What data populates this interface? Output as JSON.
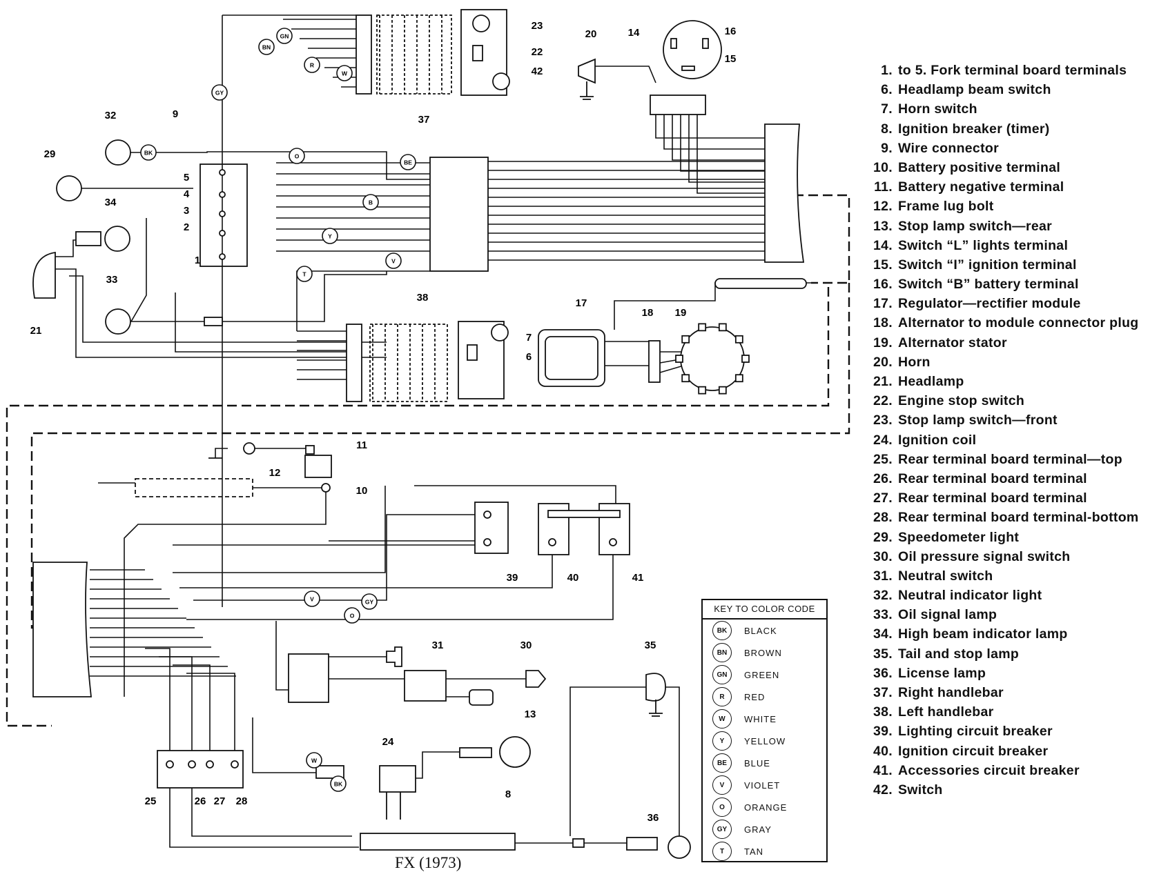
{
  "title": "FX (1973)",
  "legend": [
    {
      "num": "1.",
      "label": "to 5. Fork terminal board terminals"
    },
    {
      "num": "6.",
      "label": "Headlamp beam switch"
    },
    {
      "num": "7.",
      "label": "Horn switch"
    },
    {
      "num": "8.",
      "label": "Ignition breaker (timer)"
    },
    {
      "num": "9.",
      "label": "Wire connector"
    },
    {
      "num": "10.",
      "label": "Battery positive terminal"
    },
    {
      "num": "11.",
      "label": "Battery negative terminal"
    },
    {
      "num": "12.",
      "label": "Frame lug bolt"
    },
    {
      "num": "13.",
      "label": "Stop lamp switch—rear"
    },
    {
      "num": "14.",
      "label": "Switch “L” lights terminal"
    },
    {
      "num": "15.",
      "label": "Switch “I” ignition terminal"
    },
    {
      "num": "16.",
      "label": "Switch “B” battery terminal"
    },
    {
      "num": "17.",
      "label": "Regulator—rectifier module"
    },
    {
      "num": "18.",
      "label": "Alternator to module connector plug"
    },
    {
      "num": "19.",
      "label": "Alternator stator"
    },
    {
      "num": "20.",
      "label": "Horn"
    },
    {
      "num": "21.",
      "label": "Headlamp"
    },
    {
      "num": "22.",
      "label": "Engine stop switch"
    },
    {
      "num": "23.",
      "label": "Stop lamp switch—front"
    },
    {
      "num": "24.",
      "label": "Ignition coil"
    },
    {
      "num": "25.",
      "label": "Rear terminal board terminal—top"
    },
    {
      "num": "26.",
      "label": "Rear terminal board terminal"
    },
    {
      "num": "27.",
      "label": "Rear terminal board terminal"
    },
    {
      "num": "28.",
      "label": "Rear terminal board terminal-bottom"
    },
    {
      "num": "29.",
      "label": "Speedometer light"
    },
    {
      "num": "30.",
      "label": "Oil pressure signal switch"
    },
    {
      "num": "31.",
      "label": "Neutral switch"
    },
    {
      "num": "32.",
      "label": "Neutral indicator light"
    },
    {
      "num": "33.",
      "label": "Oil signal lamp"
    },
    {
      "num": "34.",
      "label": "High beam indicator lamp"
    },
    {
      "num": "35.",
      "label": "Tail and stop lamp"
    },
    {
      "num": "36.",
      "label": "License lamp"
    },
    {
      "num": "37.",
      "label": "Right handlebar"
    },
    {
      "num": "38.",
      "label": "Left handlebar"
    },
    {
      "num": "39.",
      "label": "Lighting circuit breaker"
    },
    {
      "num": "40.",
      "label": "Ignition circuit breaker"
    },
    {
      "num": "41.",
      "label": "Accessories circuit breaker"
    },
    {
      "num": "42.",
      "label": "Switch"
    }
  ],
  "color_key": {
    "title": "KEY TO COLOR CODE",
    "items": [
      {
        "code": "BK",
        "name": "BLACK"
      },
      {
        "code": "BN",
        "name": "BROWN"
      },
      {
        "code": "GN",
        "name": "GREEN"
      },
      {
        "code": "R",
        "name": "RED"
      },
      {
        "code": "W",
        "name": "WHITE"
      },
      {
        "code": "Y",
        "name": "YELLOW"
      },
      {
        "code": "BE",
        "name": "BLUE"
      },
      {
        "code": "V",
        "name": "VIOLET"
      },
      {
        "code": "O",
        "name": "ORANGE"
      },
      {
        "code": "GY",
        "name": "GRAY"
      },
      {
        "code": "T",
        "name": "TAN"
      }
    ]
  },
  "callouts": [
    "1",
    "2",
    "3",
    "4",
    "5",
    "6",
    "7",
    "8",
    "9",
    "10",
    "11",
    "12",
    "13",
    "14",
    "15",
    "16",
    "17",
    "18",
    "19",
    "20",
    "21",
    "22",
    "23",
    "24",
    "25",
    "26",
    "27",
    "28",
    "29",
    "30",
    "31",
    "32",
    "33",
    "34",
    "35",
    "36",
    "37",
    "38",
    "39",
    "40",
    "41",
    "42"
  ],
  "wire_tags": [
    "GN",
    "BN",
    "R",
    "W",
    "BK",
    "O",
    "GY",
    "BE",
    "V",
    "Y",
    "T",
    "B",
    "BK",
    "W",
    "V",
    "GY",
    "O"
  ]
}
